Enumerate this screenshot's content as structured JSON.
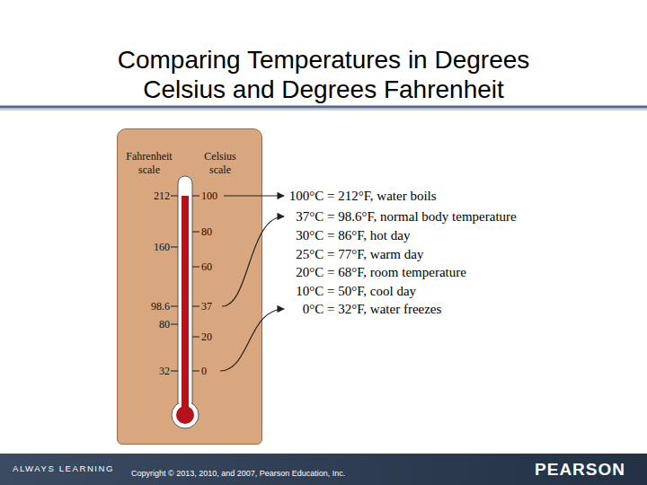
{
  "diagram": {
    "title": "Comparing Temperatures in Degrees Celsius and Degrees Fahrenheit",
    "nodes": [
      {
        "text": [
          "Fahrenheit scale",
          "Celsius scale",
          "212",
          "160",
          "98.6",
          "80",
          "32",
          "100",
          "80",
          "60",
          "37",
          "20",
          "0"
        ]
      }
    ],
    "labels": [
      "100°C = 212°F, water boils",
      "37°C = 98.6°F, normal body temperature",
      "30°C = 86°F, hot day",
      "25°C = 77°F, warm day",
      "20°C = 68°F, room temperature",
      "10°C = 50°F, cool day",
      "0°C = 32°F, water freezes",
      "ALWAYS LEARNING",
      "Copyright © 2013, 2010, and 2007, Pearson Education, Inc.",
      "PEARSON"
    ]
  }
}
